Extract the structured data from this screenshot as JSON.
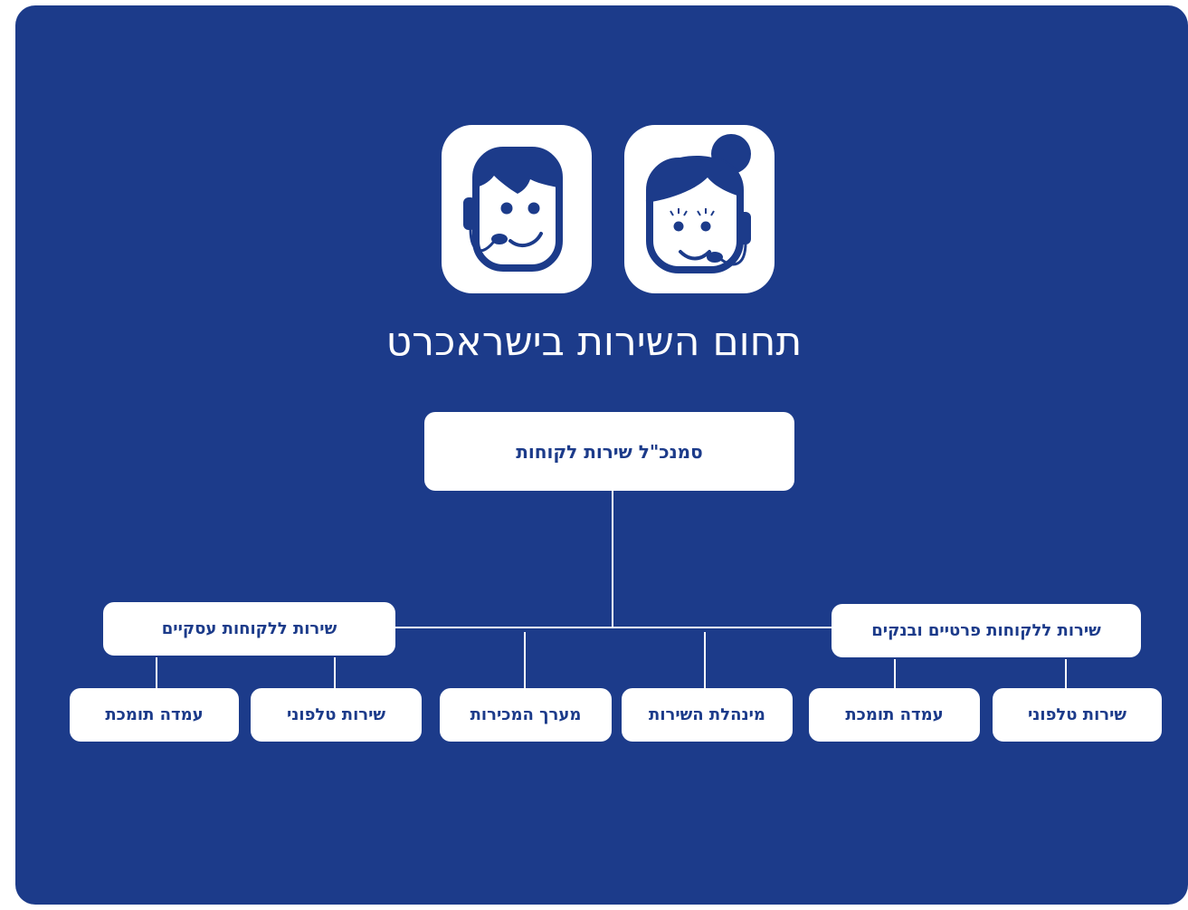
{
  "title": "תחום השירות בישראכרט",
  "icons": [
    "male-agent-headset-icon",
    "female-agent-headset-icon"
  ],
  "colors": {
    "background": "#1c3b8a",
    "box": "#ffffff",
    "text": "#1c3b8a"
  },
  "org": {
    "root": "סמנכ\"ל שירות לקוחות",
    "business": {
      "label": "שירות ללקוחות עסקיים",
      "children": [
        "עמדה תומכת",
        "שירות טלפוני"
      ]
    },
    "private": {
      "label": "שירות ללקוחות פרטיים ובנקים",
      "children": [
        "עמדה תומכת",
        "שירות טלפוני"
      ]
    },
    "sales": "מערך המכירות",
    "admin": "מינהלת השירות"
  }
}
